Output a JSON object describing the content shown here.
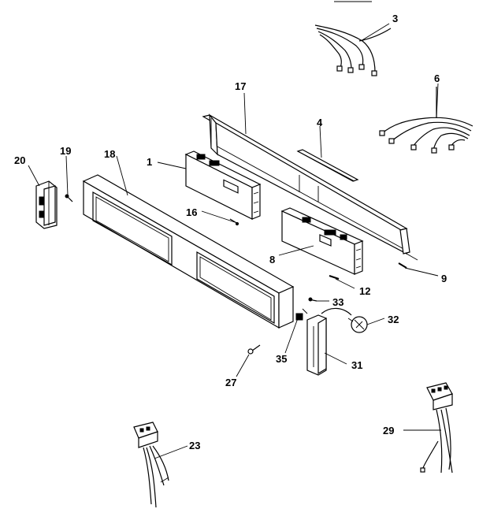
{
  "diagram": {
    "header_fragment": "",
    "callouts": [
      "1",
      "3",
      "4",
      "6",
      "8",
      "9",
      "12",
      "16",
      "17",
      "18",
      "19",
      "20",
      "23",
      "27",
      "29",
      "31",
      "32",
      "33",
      "35"
    ]
  }
}
